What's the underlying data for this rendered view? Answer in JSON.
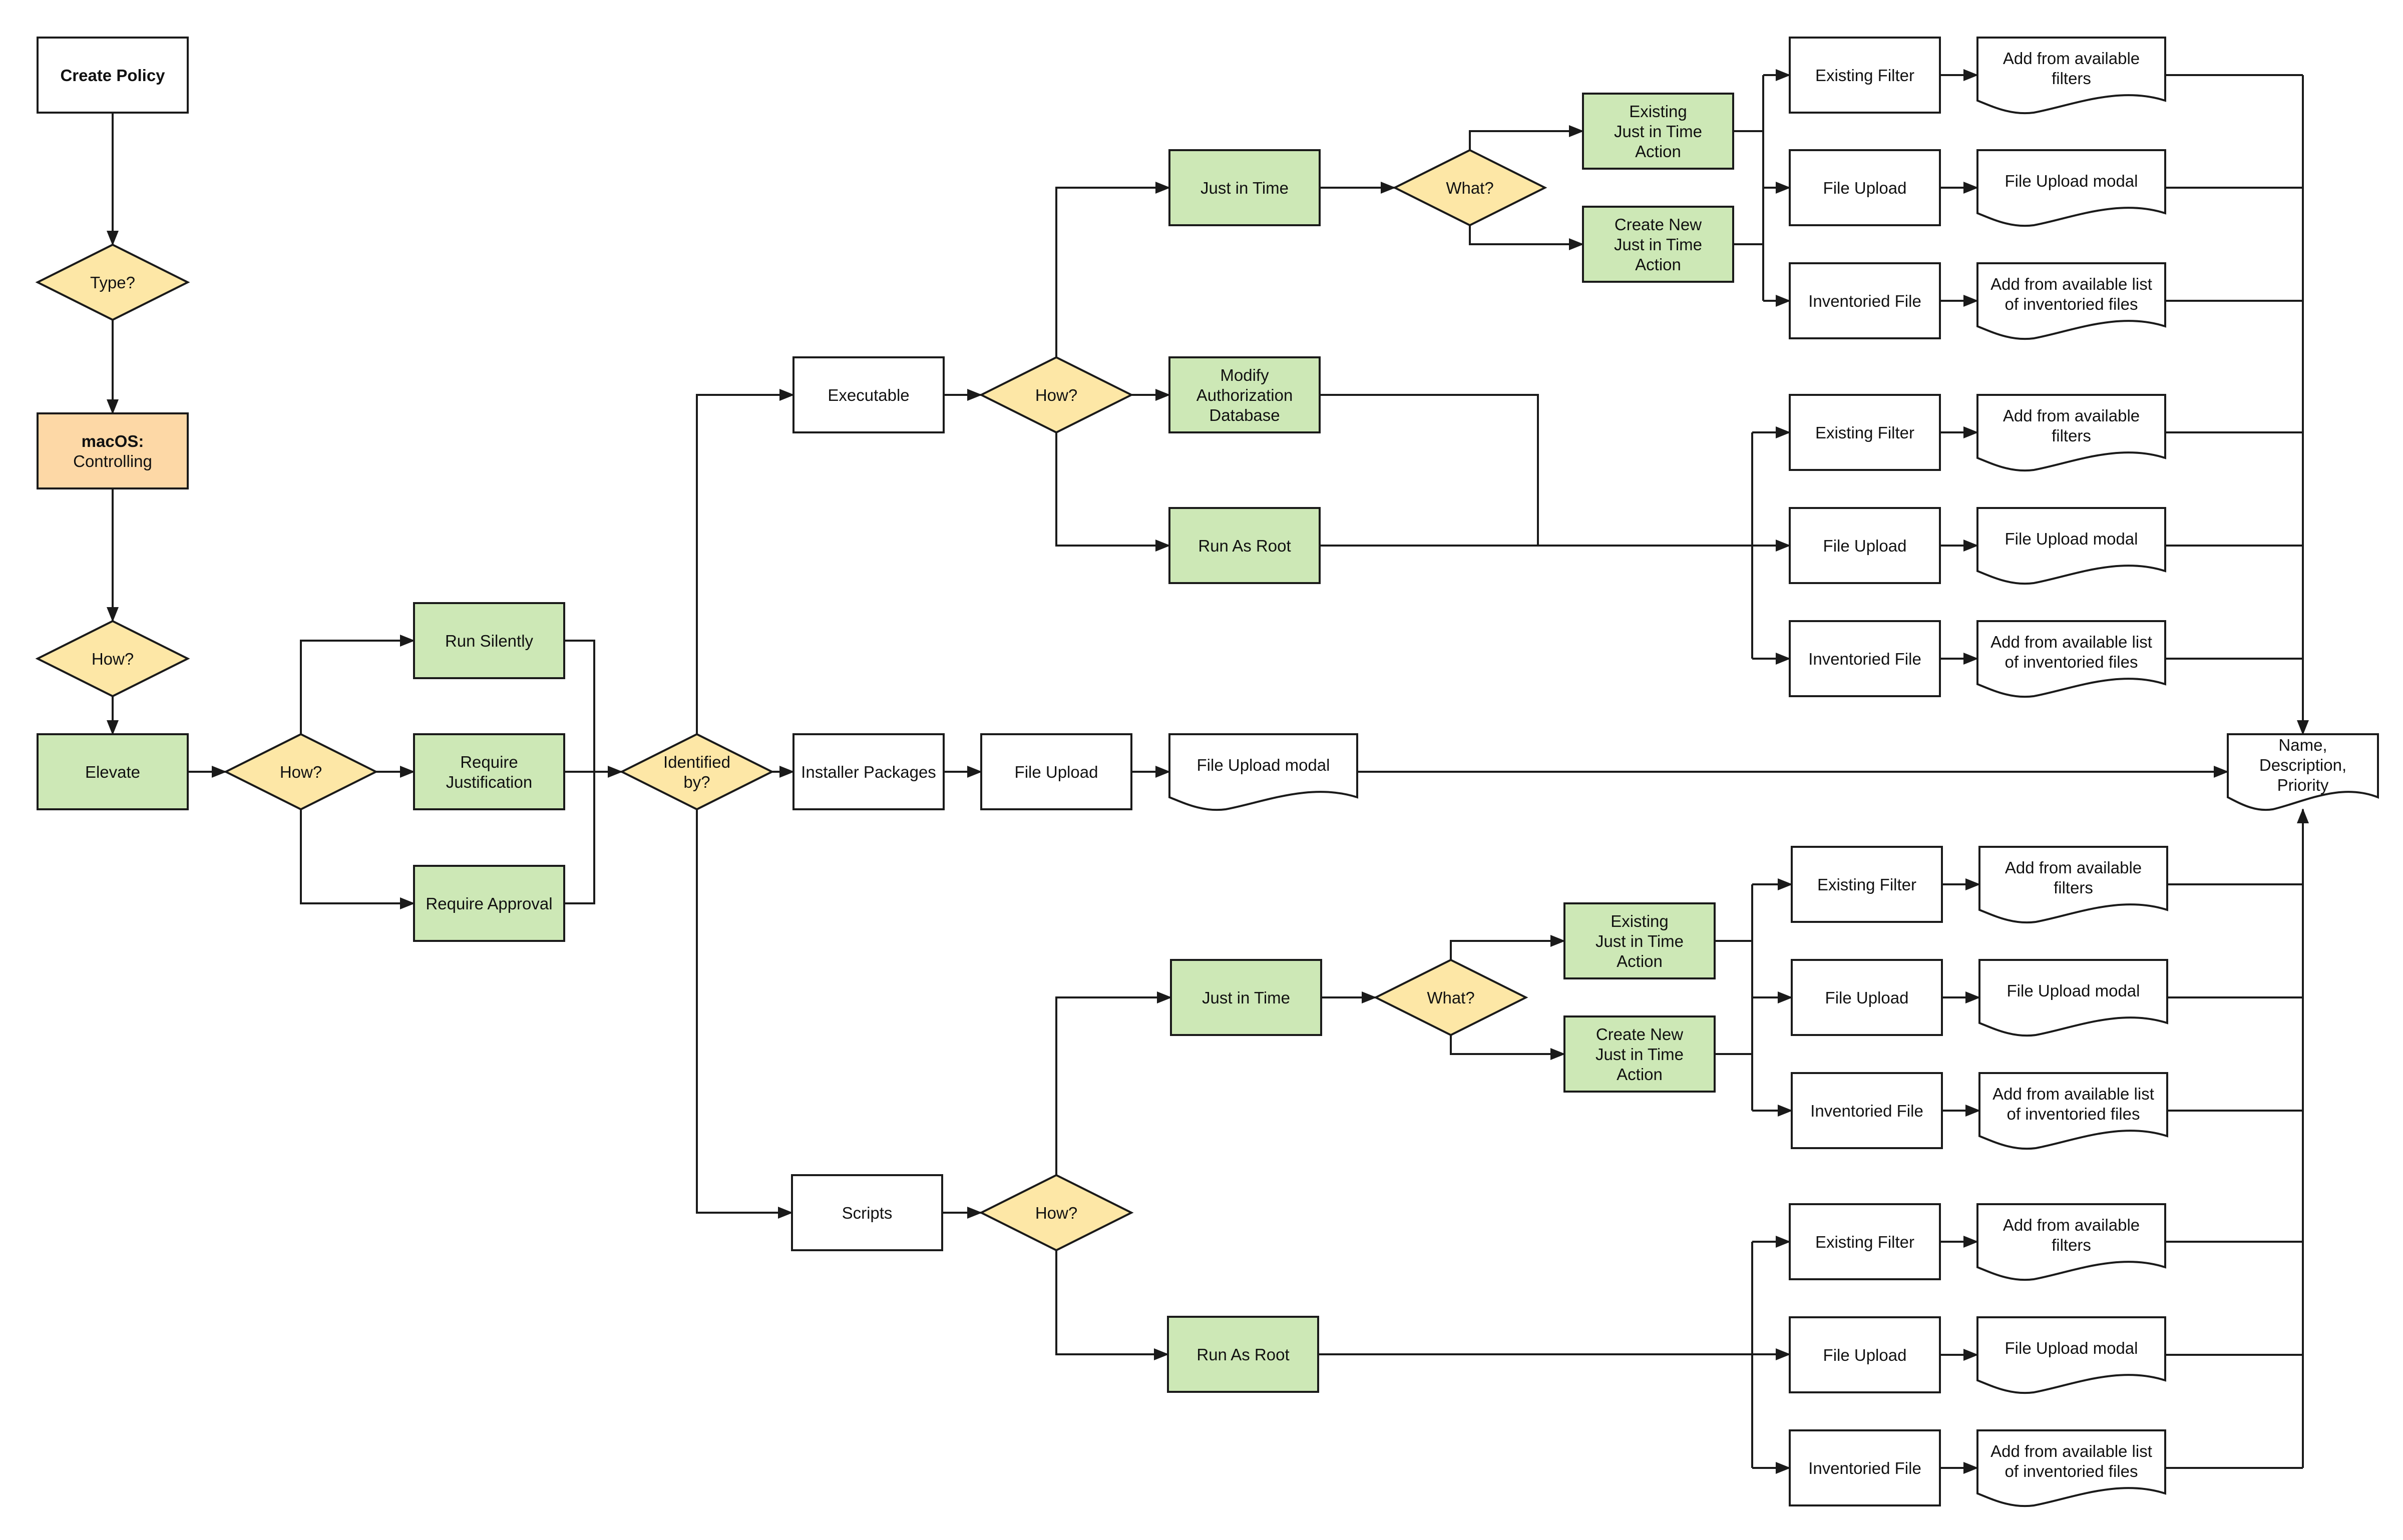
{
  "colors": {
    "white": "#ffffff",
    "green": "#cde8b6",
    "yellow": "#fde7a6",
    "orange": "#fdd8a6",
    "stroke": "#1a1a1a"
  },
  "nodes": {
    "create_policy": {
      "lines": [
        "Create Policy"
      ]
    },
    "type_q": {
      "lines": [
        "Type?"
      ]
    },
    "macos_controlling": {
      "lines": [
        "macOS:",
        "Controlling"
      ]
    },
    "how_1": {
      "lines": [
        "How?"
      ]
    },
    "elevate": {
      "lines": [
        "Elevate"
      ]
    },
    "how_2": {
      "lines": [
        "How?"
      ]
    },
    "run_silently": {
      "lines": [
        "Run Silently"
      ]
    },
    "require_justification": {
      "lines": [
        "Require",
        "Justification"
      ]
    },
    "require_approval": {
      "lines": [
        "Require Approval"
      ]
    },
    "identified_by": {
      "lines": [
        "Identified",
        "by?"
      ]
    },
    "executable": {
      "lines": [
        "Executable"
      ]
    },
    "installer_packages": {
      "lines": [
        "Installer Packages"
      ]
    },
    "scripts": {
      "lines": [
        "Scripts"
      ]
    },
    "how_exec": {
      "lines": [
        "How?"
      ]
    },
    "how_scripts": {
      "lines": [
        "How?"
      ]
    },
    "jit_exec": {
      "lines": [
        "Just in Time"
      ]
    },
    "modify_auth_db": {
      "lines": [
        "Modify",
        "Authorization",
        "Database"
      ]
    },
    "run_as_root_exec": {
      "lines": [
        "Run As Root"
      ]
    },
    "jit_scripts": {
      "lines": [
        "Just in Time"
      ]
    },
    "run_as_root_scripts": {
      "lines": [
        "Run As Root"
      ]
    },
    "what_exec": {
      "lines": [
        "What?"
      ]
    },
    "what_scripts": {
      "lines": [
        "What?"
      ]
    },
    "existing_jit_action_exec": {
      "lines": [
        "Existing",
        "Just in Time",
        "Action"
      ]
    },
    "create_new_jit_action_exec": {
      "lines": [
        "Create New",
        "Just in Time",
        "Action"
      ]
    },
    "existing_jit_action_scripts": {
      "lines": [
        "Existing",
        "Just in Time",
        "Action"
      ]
    },
    "create_new_jit_action_scripts": {
      "lines": [
        "Create New",
        "Just in Time",
        "Action"
      ]
    },
    "file_upload_installer": {
      "lines": [
        "File Upload"
      ]
    },
    "file_upload_modal_installer": {
      "lines": [
        "File Upload modal"
      ]
    },
    "ef_1": {
      "lines": [
        "Existing Filter"
      ]
    },
    "fu_1": {
      "lines": [
        "File Upload"
      ]
    },
    "if_1": {
      "lines": [
        "Inventoried File"
      ]
    },
    "ef_2": {
      "lines": [
        "Existing Filter"
      ]
    },
    "fu_2": {
      "lines": [
        "File Upload"
      ]
    },
    "if_2": {
      "lines": [
        "Inventoried File"
      ]
    },
    "ef_3": {
      "lines": [
        "Existing Filter"
      ]
    },
    "fu_3": {
      "lines": [
        "File Upload"
      ]
    },
    "if_3": {
      "lines": [
        "Inventoried File"
      ]
    },
    "ef_4": {
      "lines": [
        "Existing Filter"
      ]
    },
    "fu_4": {
      "lines": [
        "File Upload"
      ]
    },
    "if_4": {
      "lines": [
        "Inventoried File"
      ]
    },
    "af_1": {
      "lines": [
        "Add from available",
        "filters"
      ]
    },
    "fum_1": {
      "lines": [
        "File Upload modal"
      ]
    },
    "al_1": {
      "lines": [
        "Add from available list",
        "of inventoried files"
      ]
    },
    "af_2": {
      "lines": [
        "Add from available",
        "filters"
      ]
    },
    "fum_2": {
      "lines": [
        "File Upload modal"
      ]
    },
    "al_2": {
      "lines": [
        "Add from available list",
        "of inventoried files"
      ]
    },
    "af_3": {
      "lines": [
        "Add from available",
        "filters"
      ]
    },
    "fum_3": {
      "lines": [
        "File Upload modal"
      ]
    },
    "al_3": {
      "lines": [
        "Add from available list",
        "of inventoried files"
      ]
    },
    "af_4": {
      "lines": [
        "Add from available",
        "filters"
      ]
    },
    "fum_4": {
      "lines": [
        "File Upload modal"
      ]
    },
    "al_4": {
      "lines": [
        "Add from available list",
        "of inventoried files"
      ]
    },
    "name_desc_priority": {
      "lines": [
        "Name,",
        "Description,",
        "Priority"
      ]
    }
  }
}
